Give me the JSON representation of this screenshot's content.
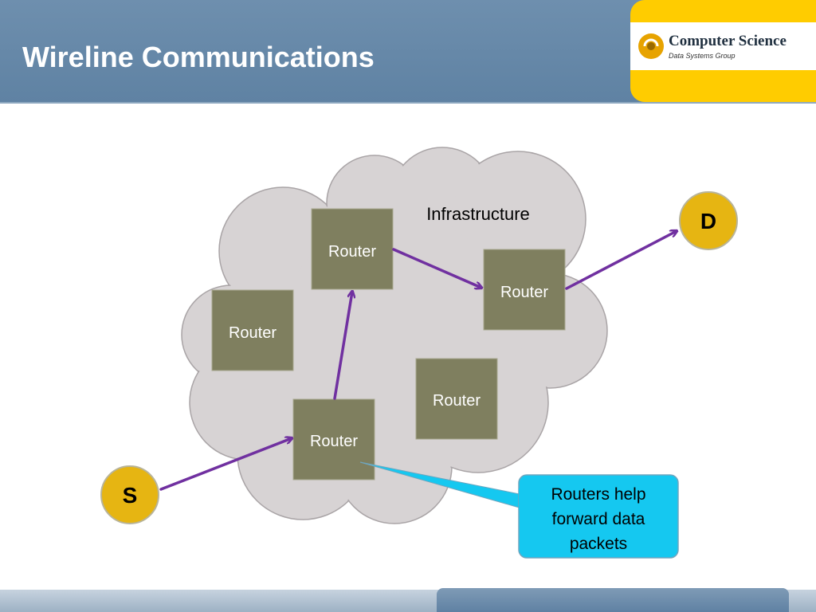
{
  "slide": {
    "title": "Wireline Communications"
  },
  "logo": {
    "name": "Computer Science",
    "subtitle": "Data Systems Group"
  },
  "diagram": {
    "cloud_label": "Infrastructure",
    "router_label": "Router",
    "source_label": "S",
    "destination_label": "D",
    "callout_text": [
      "Routers help",
      "forward data",
      "packets"
    ],
    "colors": {
      "cloud": "#d7d3d4",
      "router": "#7f7f5f",
      "node": "#e6b512",
      "arrow": "#7030a0",
      "callout": "#15c8f0"
    }
  }
}
